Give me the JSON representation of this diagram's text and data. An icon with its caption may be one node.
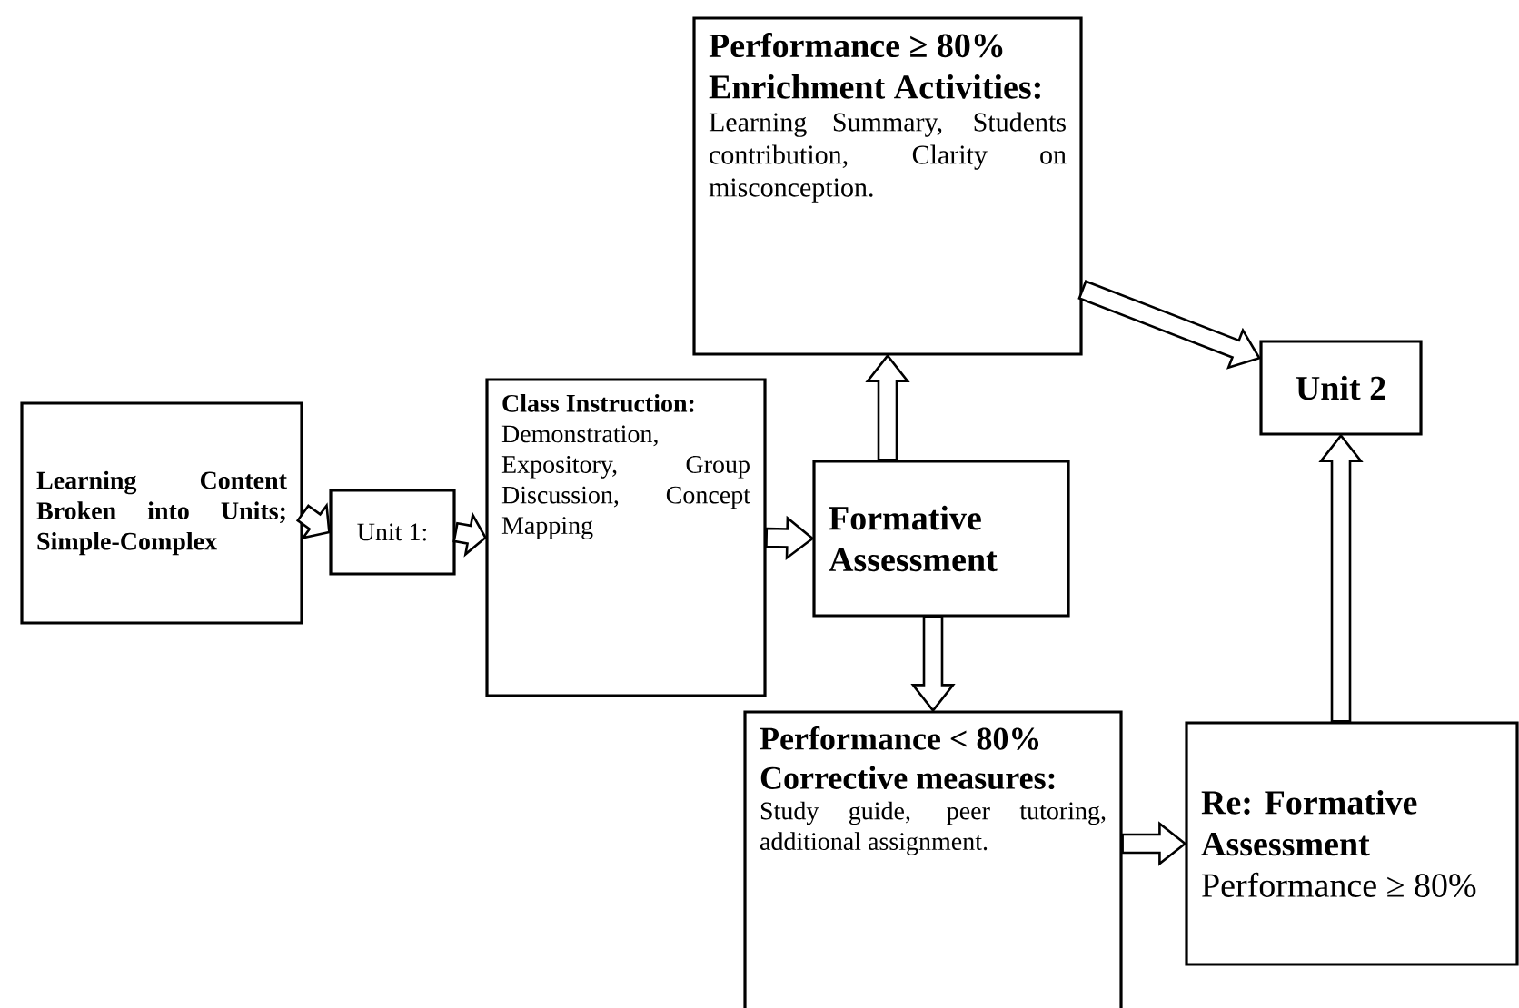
{
  "diagram": {
    "nodes": [
      {
        "text": [
          "Learning Content Broken into Units; Simple-Complex"
        ]
      },
      {
        "text": [
          "Unit 1:"
        ]
      },
      {
        "text": [
          "Class Instruction:",
          "Demonstration, Expository, Group Discussion, Concept Mapping"
        ]
      },
      {
        "text": [
          "Formative Assessment"
        ]
      },
      {
        "text": [
          "Performance ≥ 80%",
          "Enrichment Activities:",
          "Learning Summary, Students contribution, Clarity on misconception."
        ]
      },
      {
        "text": [
          "Unit 2"
        ]
      },
      {
        "text": [
          "Performance < 80%",
          "Corrective measures:",
          "Study guide, peer tutoring, additional assignment."
        ]
      },
      {
        "text": [
          "Re: Formative Assessment",
          "Performance ≥ 80%"
        ]
      }
    ],
    "edges": [
      {
        "from": 0,
        "to": 1,
        "arrow": "to"
      },
      {
        "from": 1,
        "to": 2,
        "arrow": "to"
      },
      {
        "from": 2,
        "to": 3,
        "arrow": "to"
      },
      {
        "from": 3,
        "to": 4,
        "arrow": "to"
      },
      {
        "from": 3,
        "to": 6,
        "arrow": "to"
      },
      {
        "from": 4,
        "to": 5,
        "arrow": "to"
      },
      {
        "from": 6,
        "to": 7,
        "arrow": "to"
      },
      {
        "from": 7,
        "to": 5,
        "arrow": "to"
      }
    ]
  }
}
